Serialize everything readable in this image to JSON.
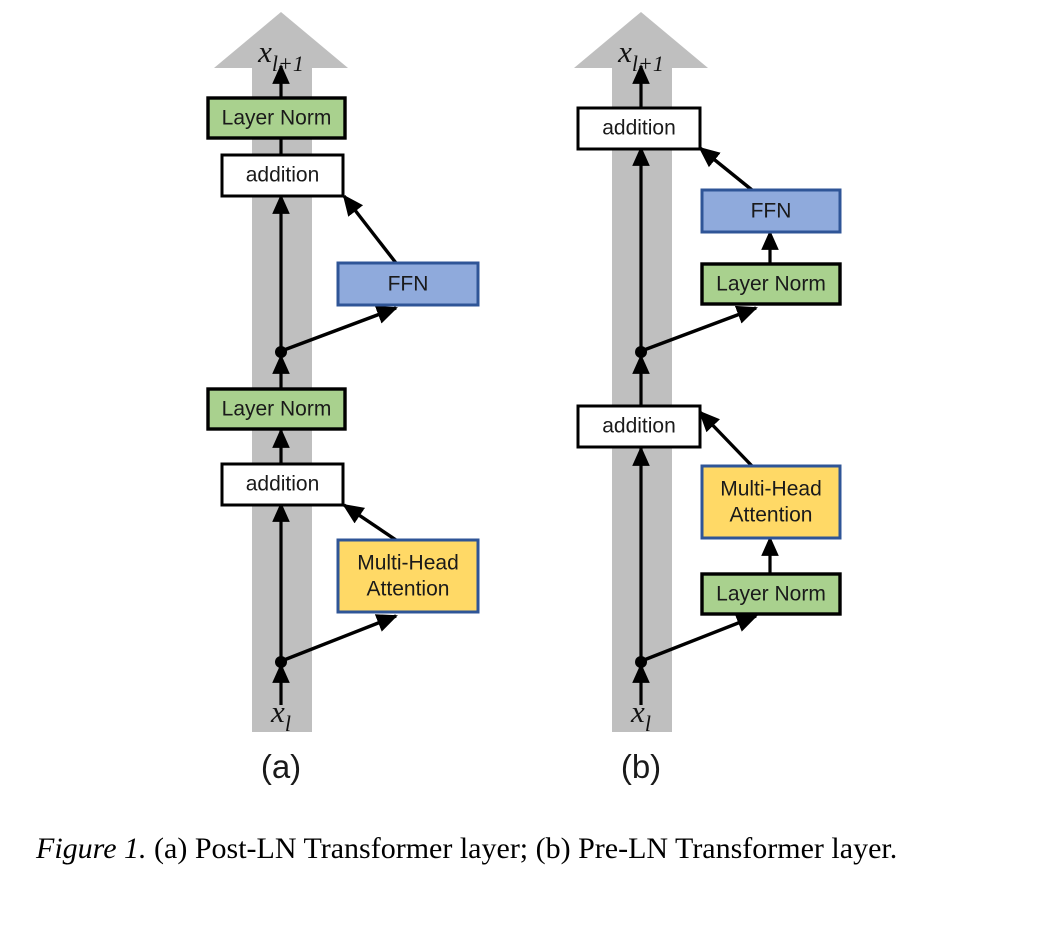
{
  "figure": {
    "caption_emphasis": "Figure 1.",
    "caption_rest": " (a) Post-LN Transformer layer; (b) Pre-LN Transformer layer.",
    "caption_full": "Figure 1. (a) Post-LN Transformer layer; (b) Pre-LN Transformer layer."
  },
  "colors": {
    "layer_norm_fill": "#A9D18E",
    "layer_norm_stroke": "#000000",
    "ffn_fill": "#8FAADC",
    "ffn_stroke": "#2F5597",
    "attention_fill": "#FFD966",
    "attention_stroke": "#2F5597",
    "addition_fill": "#FFFFFF",
    "addition_stroke": "#000000",
    "residual_shaft": "#BFBFBF",
    "arrow_black": "#000000",
    "background": "#FFFFFF"
  },
  "panels": [
    {
      "id": "a",
      "label": "(a)",
      "name": "Post-LN Transformer layer",
      "input_label": "x",
      "input_subscript": "l",
      "output_label": "x",
      "output_subscript": "l+1",
      "blocks": [
        {
          "id": "a-layer-norm-top",
          "label": "Layer Norm",
          "kind": "layer-norm",
          "on_residual": true
        },
        {
          "id": "a-addition-top",
          "label": "addition",
          "kind": "addition",
          "on_residual": true
        },
        {
          "id": "a-ffn",
          "label": "FFN",
          "kind": "ffn",
          "on_residual": false
        },
        {
          "id": "a-layer-norm-bot",
          "label": "Layer Norm",
          "kind": "layer-norm",
          "on_residual": true
        },
        {
          "id": "a-addition-bot",
          "label": "addition",
          "kind": "addition",
          "on_residual": true
        },
        {
          "id": "a-attention",
          "label": "Multi-Head\nAttention",
          "kind": "attention",
          "on_residual": false,
          "line1": "Multi-Head",
          "line2": "Attention"
        }
      ]
    },
    {
      "id": "b",
      "label": "(b)",
      "name": "Pre-LN Transformer layer",
      "input_label": "x",
      "input_subscript": "l",
      "output_label": "x",
      "output_subscript": "l+1",
      "blocks": [
        {
          "id": "b-addition-top",
          "label": "addition",
          "kind": "addition",
          "on_residual": true
        },
        {
          "id": "b-ffn",
          "label": "FFN",
          "kind": "ffn",
          "on_residual": false
        },
        {
          "id": "b-layer-norm-ffn",
          "label": "Layer Norm",
          "kind": "layer-norm",
          "on_residual": false
        },
        {
          "id": "b-addition-bot",
          "label": "addition",
          "kind": "addition",
          "on_residual": true
        },
        {
          "id": "b-attention",
          "label": "Multi-Head\nAttention",
          "kind": "attention",
          "on_residual": false,
          "line1": "Multi-Head",
          "line2": "Attention"
        },
        {
          "id": "b-layer-norm-attn",
          "label": "Layer Norm",
          "kind": "layer-norm",
          "on_residual": false
        }
      ]
    }
  ]
}
